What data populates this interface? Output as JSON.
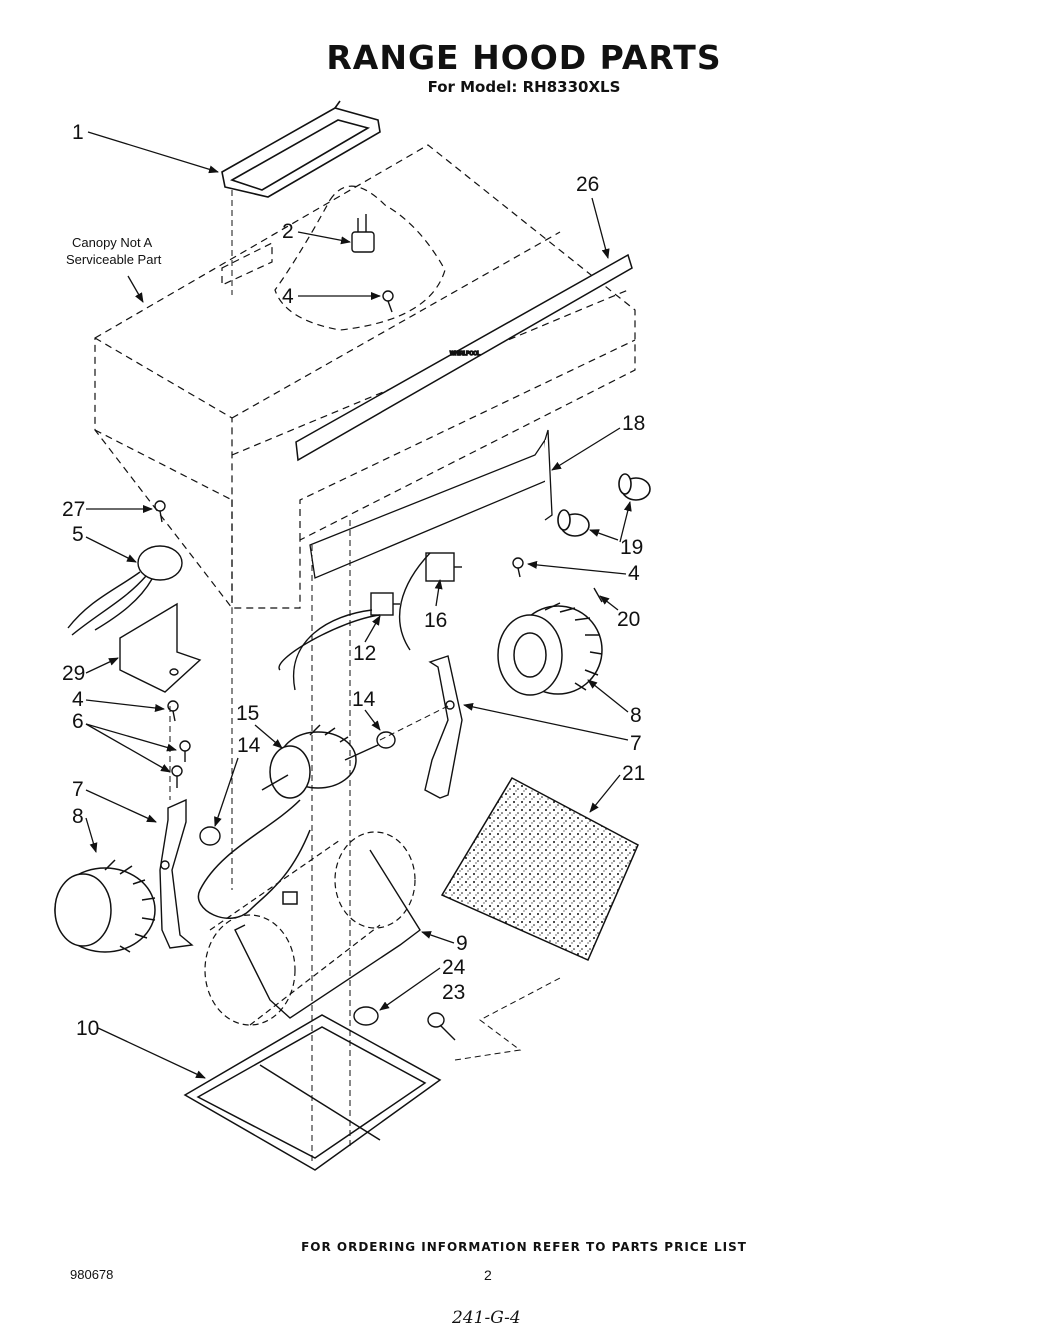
{
  "title": "RANGE HOOD PARTS",
  "subtitle": "For Model: RH8330XLS",
  "canopy_note": [
    "Canopy Not A",
    "Serviceable Part"
  ],
  "callouts": {
    "c1": "1",
    "c2": "2",
    "c4a": "4",
    "c26": "26",
    "c18": "18",
    "c27": "27",
    "c5": "5",
    "c19": "19",
    "c4b": "4",
    "c20": "20",
    "c16": "16",
    "c12": "12",
    "c29": "29",
    "c4c": "4",
    "c14a": "14",
    "c6": "6",
    "c15": "15",
    "c14b": "14",
    "c8a": "8",
    "c7a": "7",
    "c7b": "7",
    "c8b": "8",
    "c21": "21",
    "c9": "9",
    "c24": "24",
    "c23": "23",
    "c10": "10"
  },
  "footer": "FOR ORDERING INFORMATION REFER TO PARTS PRICE LIST",
  "doc_number": "980678",
  "page_number": "2",
  "handwritten_note": "241-G-4"
}
